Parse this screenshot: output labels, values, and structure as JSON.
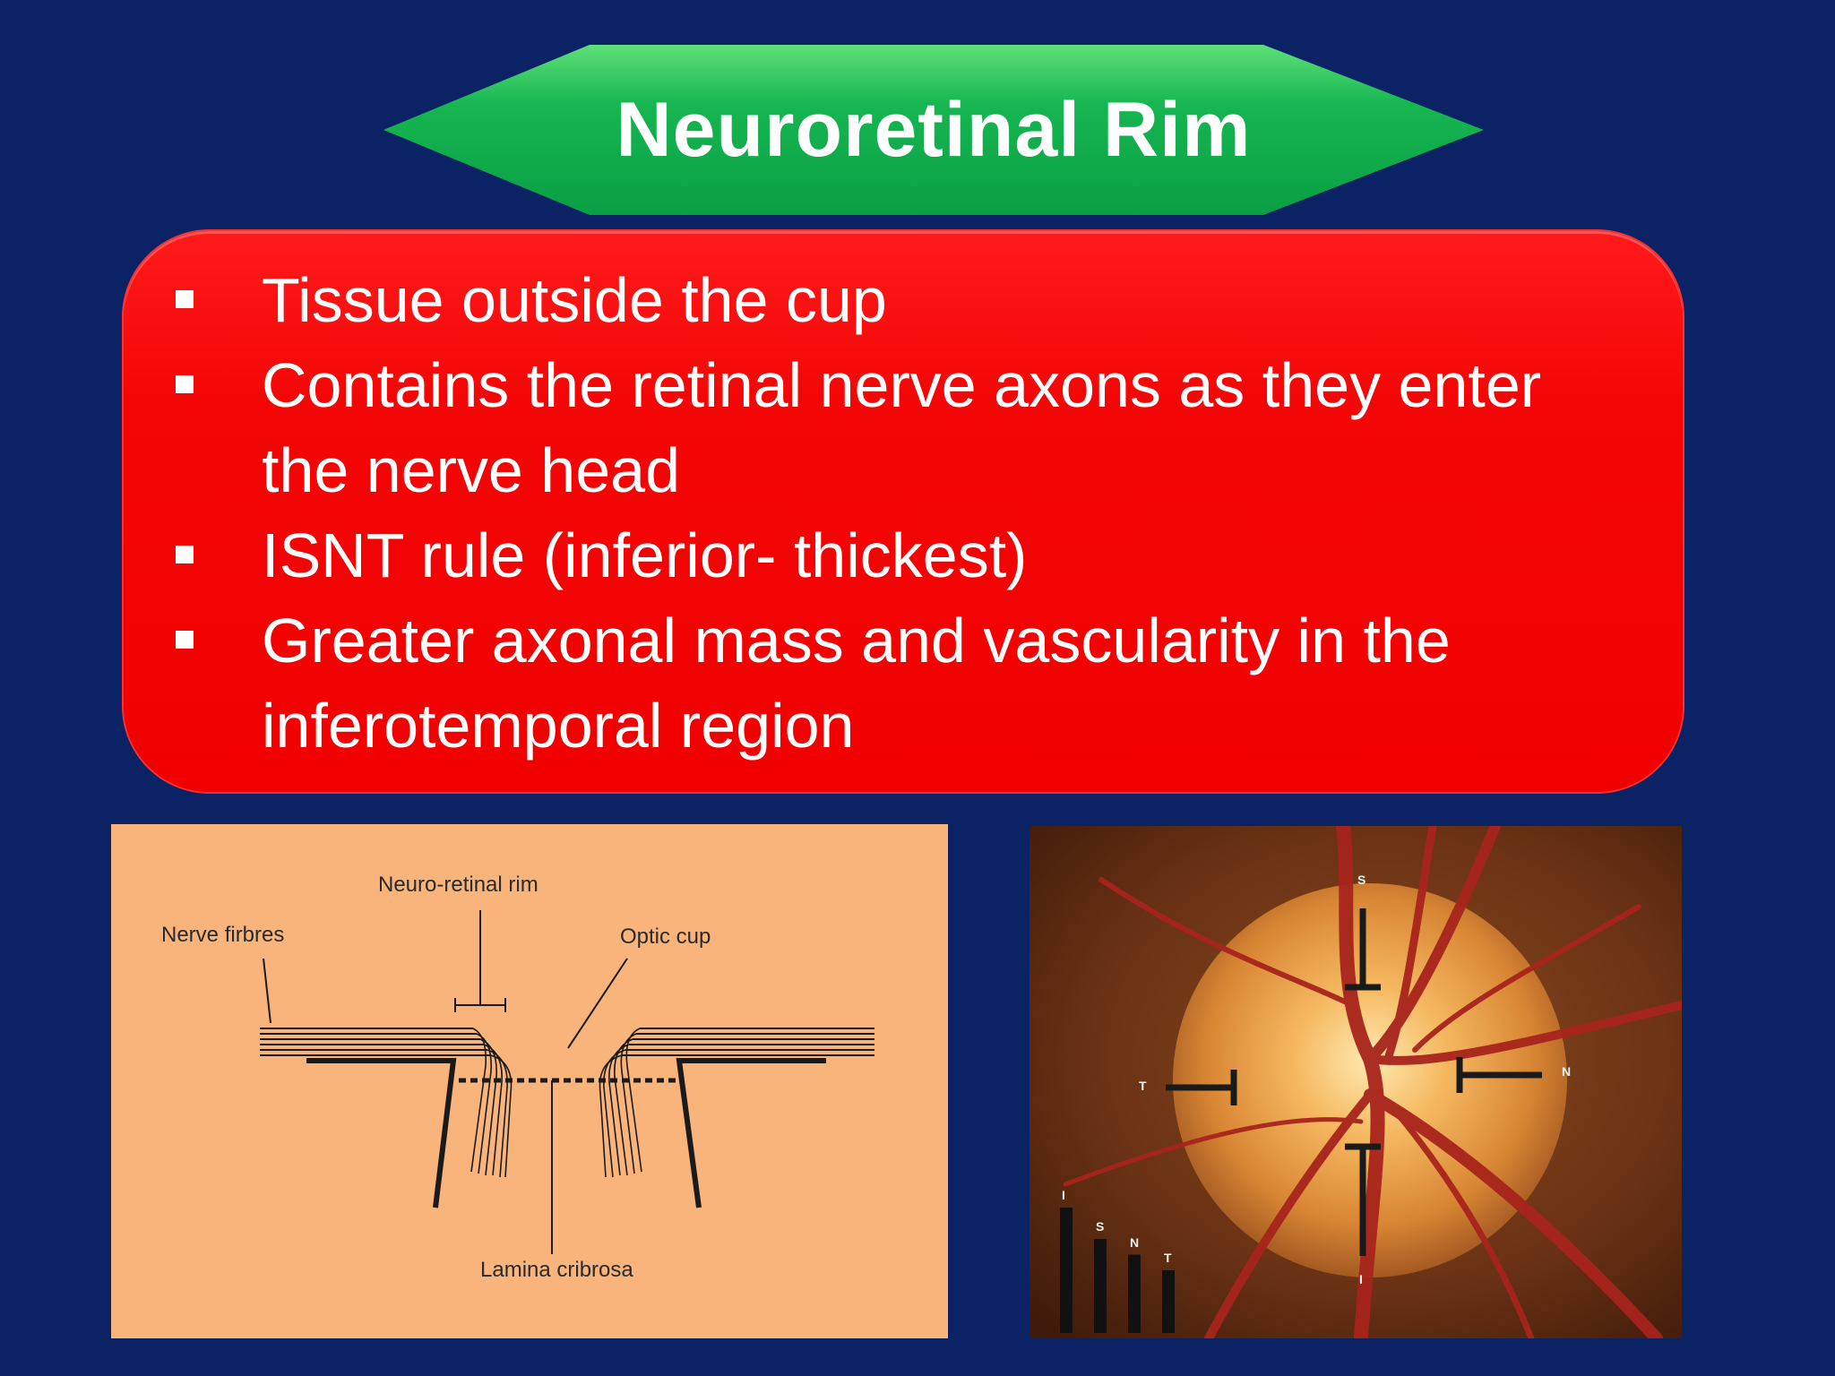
{
  "slide": {
    "title": "Neuroretinal Rim",
    "bullets": [
      "Tissue outside the cup",
      "Contains the retinal nerve axons as they enter the nerve head",
      "ISNT rule (inferior- thickest)",
      "Greater axonal mass and vascularity in the inferotemporal region"
    ]
  },
  "diagram": {
    "labels": {
      "neuro_retinal_rim": "Neuro-retinal rim",
      "nerve_fibres": "Nerve firbres",
      "optic_cup": "Optic cup",
      "lamina_cribrosa": "Lamina cribrosa"
    }
  },
  "photo": {
    "markers": {
      "superior": "S",
      "temporal": "T",
      "nasal": "N",
      "inferior": "I"
    },
    "bar_labels": [
      "I",
      "S",
      "N",
      "T"
    ],
    "bar_values": [
      4,
      3,
      2.5,
      2
    ]
  },
  "colors": {
    "background": "#0b2364",
    "banner": "#0aaa4c",
    "box": "#f20000",
    "diagram_bg": "#f9b47c"
  }
}
